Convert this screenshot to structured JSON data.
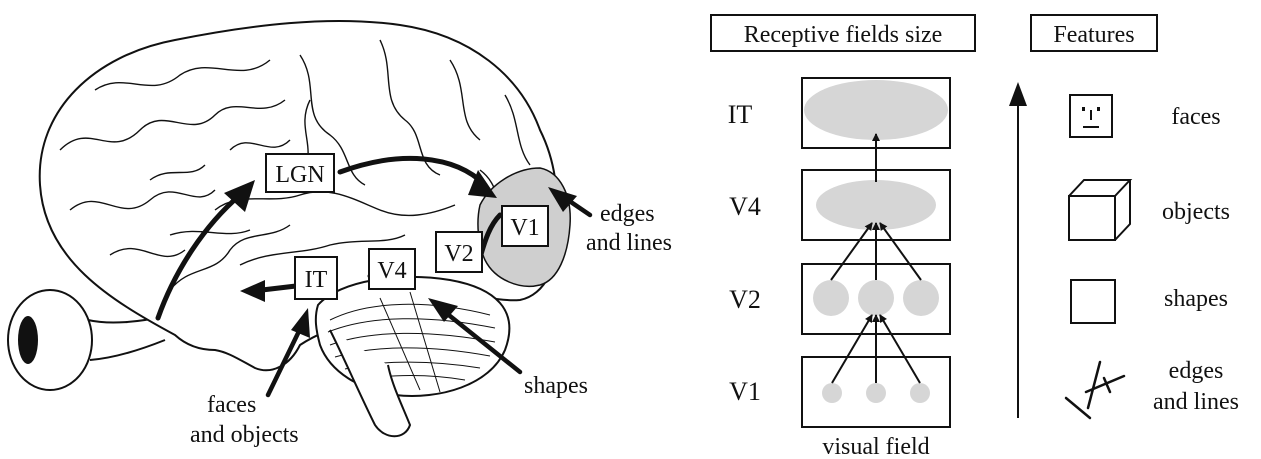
{
  "brain": {
    "regions": {
      "lgn": "LGN",
      "v1": "V1",
      "v2": "V2",
      "v4": "V4",
      "it": "IT"
    },
    "annotations": {
      "edges_line1": "edges",
      "edges_line2": "and lines",
      "shapes": "shapes",
      "faces_line1": "faces",
      "faces_line2": "and objects"
    }
  },
  "receptive": {
    "title": "Receptive fields size",
    "levels": [
      "IT",
      "V4",
      "V2",
      "V1"
    ],
    "footer": "visual field"
  },
  "features": {
    "title": "Features",
    "items": [
      {
        "icon": "face-icon",
        "label1": "faces",
        "label2": ""
      },
      {
        "icon": "cube-icon",
        "label1": "objects",
        "label2": ""
      },
      {
        "icon": "square-icon",
        "label1": "shapes",
        "label2": ""
      },
      {
        "icon": "lines-icon",
        "label1": "edges",
        "label2": "and lines"
      }
    ]
  },
  "colors": {
    "field_fill": "#d6d6d6",
    "occipital_fill": "#cfcfcf",
    "ink": "#111111"
  }
}
